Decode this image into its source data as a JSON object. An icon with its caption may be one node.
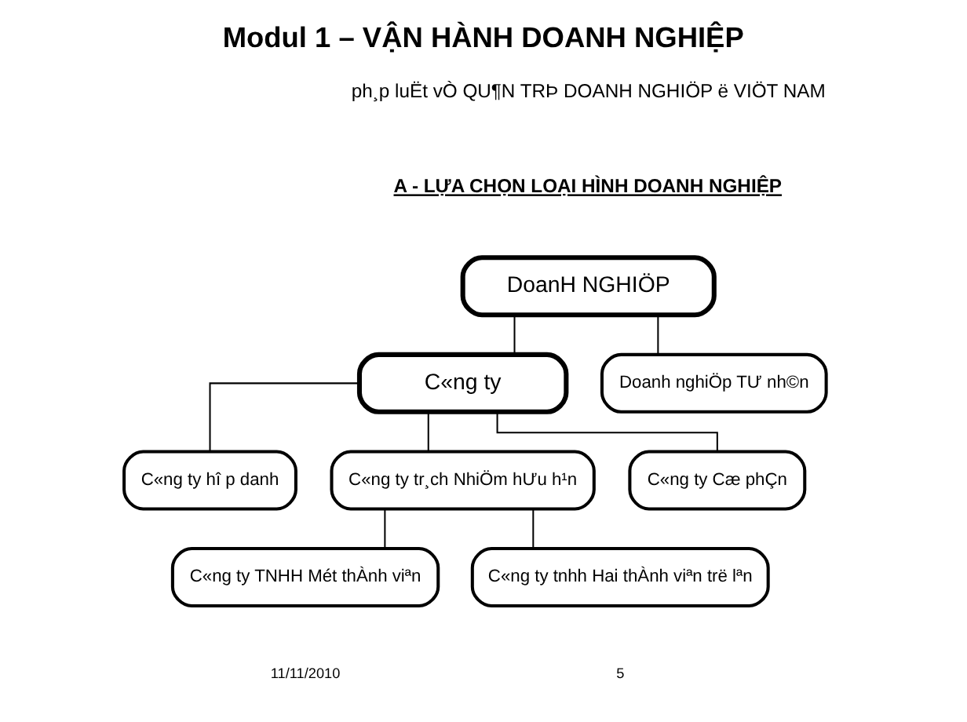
{
  "diagram": {
    "title": "Modul 1 – VẬN HÀNH DOANH NGHIỆP",
    "nodes": [
      {
        "text": [
          "DoanH NGHIÖP"
        ]
      },
      {
        "text": [
          "C«ng ty"
        ]
      },
      {
        "text": [
          "Doanh nghiÖp TƯ nh©n"
        ]
      },
      {
        "text": [
          "C«ng ty hî p danh"
        ]
      },
      {
        "text": [
          "C«ng ty tr¸ch NhiÖm hƯu h¹n"
        ]
      },
      {
        "text": [
          "C«ng ty Cæ phÇn"
        ]
      },
      {
        "text": [
          "C«ng ty TNHH Mét thÀnh viªn"
        ]
      },
      {
        "text": [
          "C«ng ty tnhh Hai thÀnh viªn trë lªn"
        ]
      }
    ],
    "edges": [
      {
        "from": 0,
        "to": 1,
        "arrow": "none"
      },
      {
        "from": 0,
        "to": 2,
        "arrow": "none"
      },
      {
        "from": 1,
        "to": 3,
        "arrow": "none"
      },
      {
        "from": 1,
        "to": 4,
        "arrow": "none"
      },
      {
        "from": 1,
        "to": 5,
        "arrow": "none"
      },
      {
        "from": 4,
        "to": 6,
        "arrow": "none"
      },
      {
        "from": 4,
        "to": 7,
        "arrow": "none"
      }
    ],
    "labels": [
      "ph¸p luËt vÒ QU¶N TRÞ DOANH NGHIÖP ë VIÖT NAM",
      "A - LỰA CHỌN LOẠI HÌNH DOANH NGHIỆP",
      "11/11/2010",
      "5"
    ]
  }
}
